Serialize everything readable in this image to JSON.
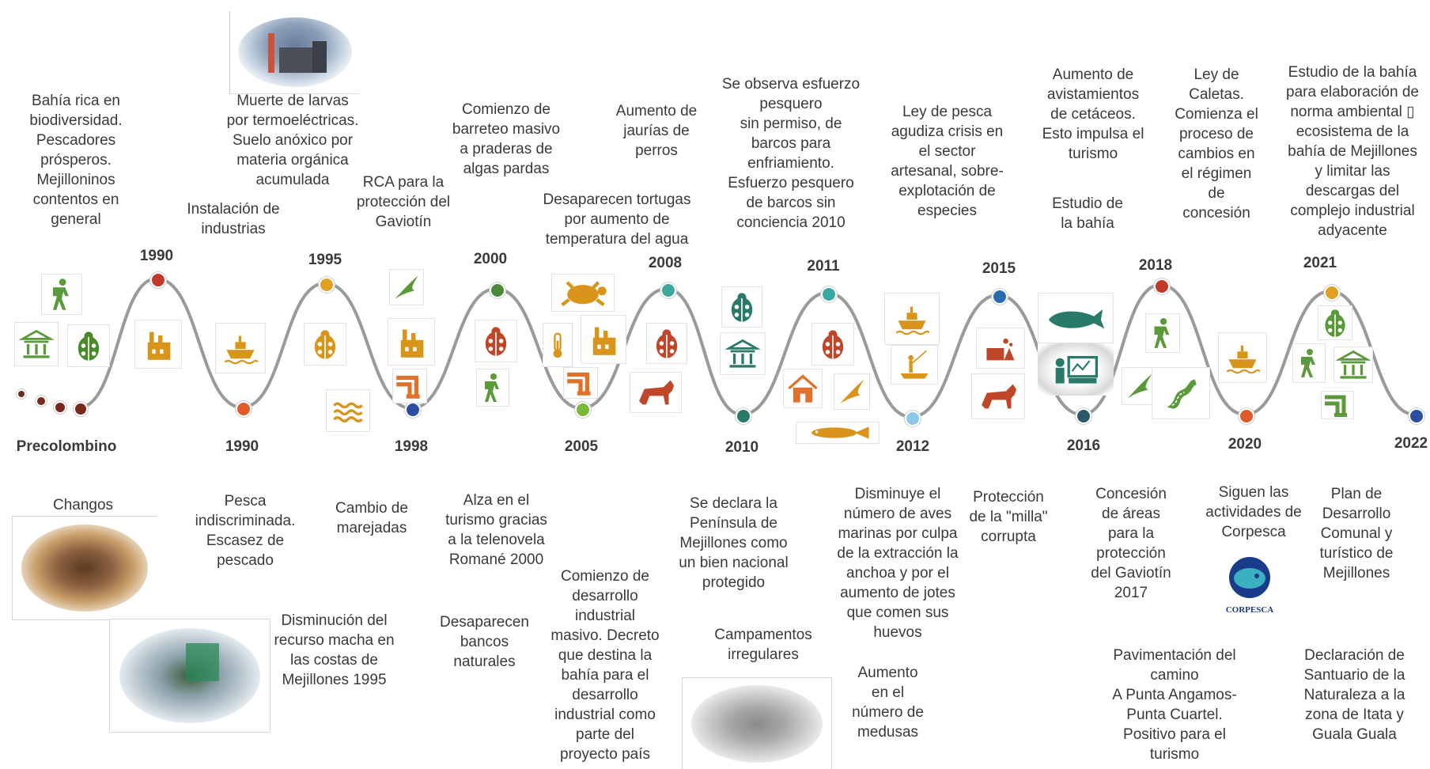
{
  "timeline": {
    "line_color": "#9a9a9a",
    "years": {
      "precolombino": "Precolombino",
      "y1990a": "1990",
      "y1990b": "1990",
      "y1995": "1995",
      "y1998": "1998",
      "y2000": "2000",
      "y2005": "2005",
      "y2008": "2008",
      "y2010": "2010",
      "y2011": "2011",
      "y2012": "2012",
      "y2015": "2015",
      "y2016": "2016",
      "y2018": "2018",
      "y2020": "2020",
      "y2021": "2021",
      "y2022": "2022"
    },
    "dot_colors": {
      "red": "#c0392b",
      "orange": "#e0a020",
      "blue": "#2a4fa0",
      "green": "#4a8a3a",
      "teal": "#3aa89a",
      "darkteal": "#2a6a6a",
      "lightblue": "#8ec8e8",
      "orangered": "#e05a2a",
      "midblue": "#2a6ab0"
    }
  },
  "events_top": {
    "bahia": "Bahía rica en\nbiodiversidad.\nPescadores\nprósperos.\nMejilloninos\ncontentos en\ngeneral",
    "instalacion": "Instalación de\nindustrias",
    "muerte": "Muerte de larvas\npor termoeléctricas.\nSuelo anóxico por\nmateria orgánica\nacumulada",
    "rca": "RCA para la\nprotección del\nGaviotín",
    "barreteo": "Comienzo de\nbarreteo masivo\na praderas de\nalgas pardas",
    "tortugas": "Desaparecen tortugas\npor aumento de\ntemperatura del agua",
    "jaurias": "Aumento de\njaurías de\nperros",
    "esfuerzo": "Se observa esfuerzo\npesquero\nsin permiso, de\nbarcos para\nenfriamiento.\nEsfuerzo pesquero\nde barcos sin\nconciencia 2010",
    "ley_pesca": "Ley de pesca\nagudiza crisis en\nel sector\nartesanal, sobre-\nexplotación de\nespecies",
    "cetaceos": "Aumento de\navistamientos\nde cetáceos.\nEsto impulsa el\nturismo",
    "estudio_bahia": "Estudio de\nla bahía",
    "caletas": "Ley de\nCaletas.\nComienza el\nproceso de\ncambios en\nel régimen\nde\nconcesión",
    "estudio_2021": "Estudio de la bahía\npara elaboración de\nnorma ambiental ▯\necosistema de la\nbahía de Mejillones\ny limitar las\ndescargas del\ncomplejo industrial\nadyacente"
  },
  "events_bottom": {
    "changos": "Changos",
    "pesca": "Pesca\nindiscriminada.\nEscasez de\npescado",
    "marejadas": "Cambio de\nmarejadas",
    "macha": "Disminución del\nrecurso macha en\nlas costas de\nMejillones 1995",
    "turismo": "Alza en el\nturismo gracias\na la telenovela\nRomané 2000",
    "bancos": "Desaparecen\nbancos\nnaturales",
    "desarrollo": "Comienzo de\ndesarrollo\nindustrial\nmasivo. Decreto\nque destina la\nbahía para el\ndesarrollo\nindustrial como\nparte del\nproyecto país",
    "peninsula": "Se declara la\nPenínsula de\nMejillones como\nun bien nacional\nprotegido",
    "campamentos": "Campamentos\nirregulares",
    "aves": "Disminuye el\nnúmero de aves\nmarinas por culpa\nde la extracción la\nanchoa y por el\naumento de jotes\nque comen sus\nhuevos",
    "medusas": "Aumento\nen el\nnúmero de\nmedusas",
    "milla": "Protección\nde la \"milla\"\ncorrupta",
    "concesion": "Concesión\nde áreas\npara la\nprotección\ndel Gaviotín\n2017",
    "corpesca": "Siguen las\nactividades de\nCorpesca",
    "corpesca_logo": "CORPESCA",
    "pavimentacion": "Pavimentación del\ncamino\nA Punta Angamos-\nPunta Cuartel.\nPositivo para el\nturismo",
    "plan": "Plan de\nDesarrollo\nComunal y\nturístico de\nMejillones",
    "santuario": "Declaración de\nSantuario de la\nNaturaleza a la\nzona de Itata y\nGuala Guala"
  },
  "icon_colors": {
    "green": "#5a9a3a",
    "orange": "#d9941a",
    "red": "#c0462a",
    "brown": "#9a3a1a",
    "cyan": "#3a9a9a",
    "teal": "#2a7a6a"
  }
}
